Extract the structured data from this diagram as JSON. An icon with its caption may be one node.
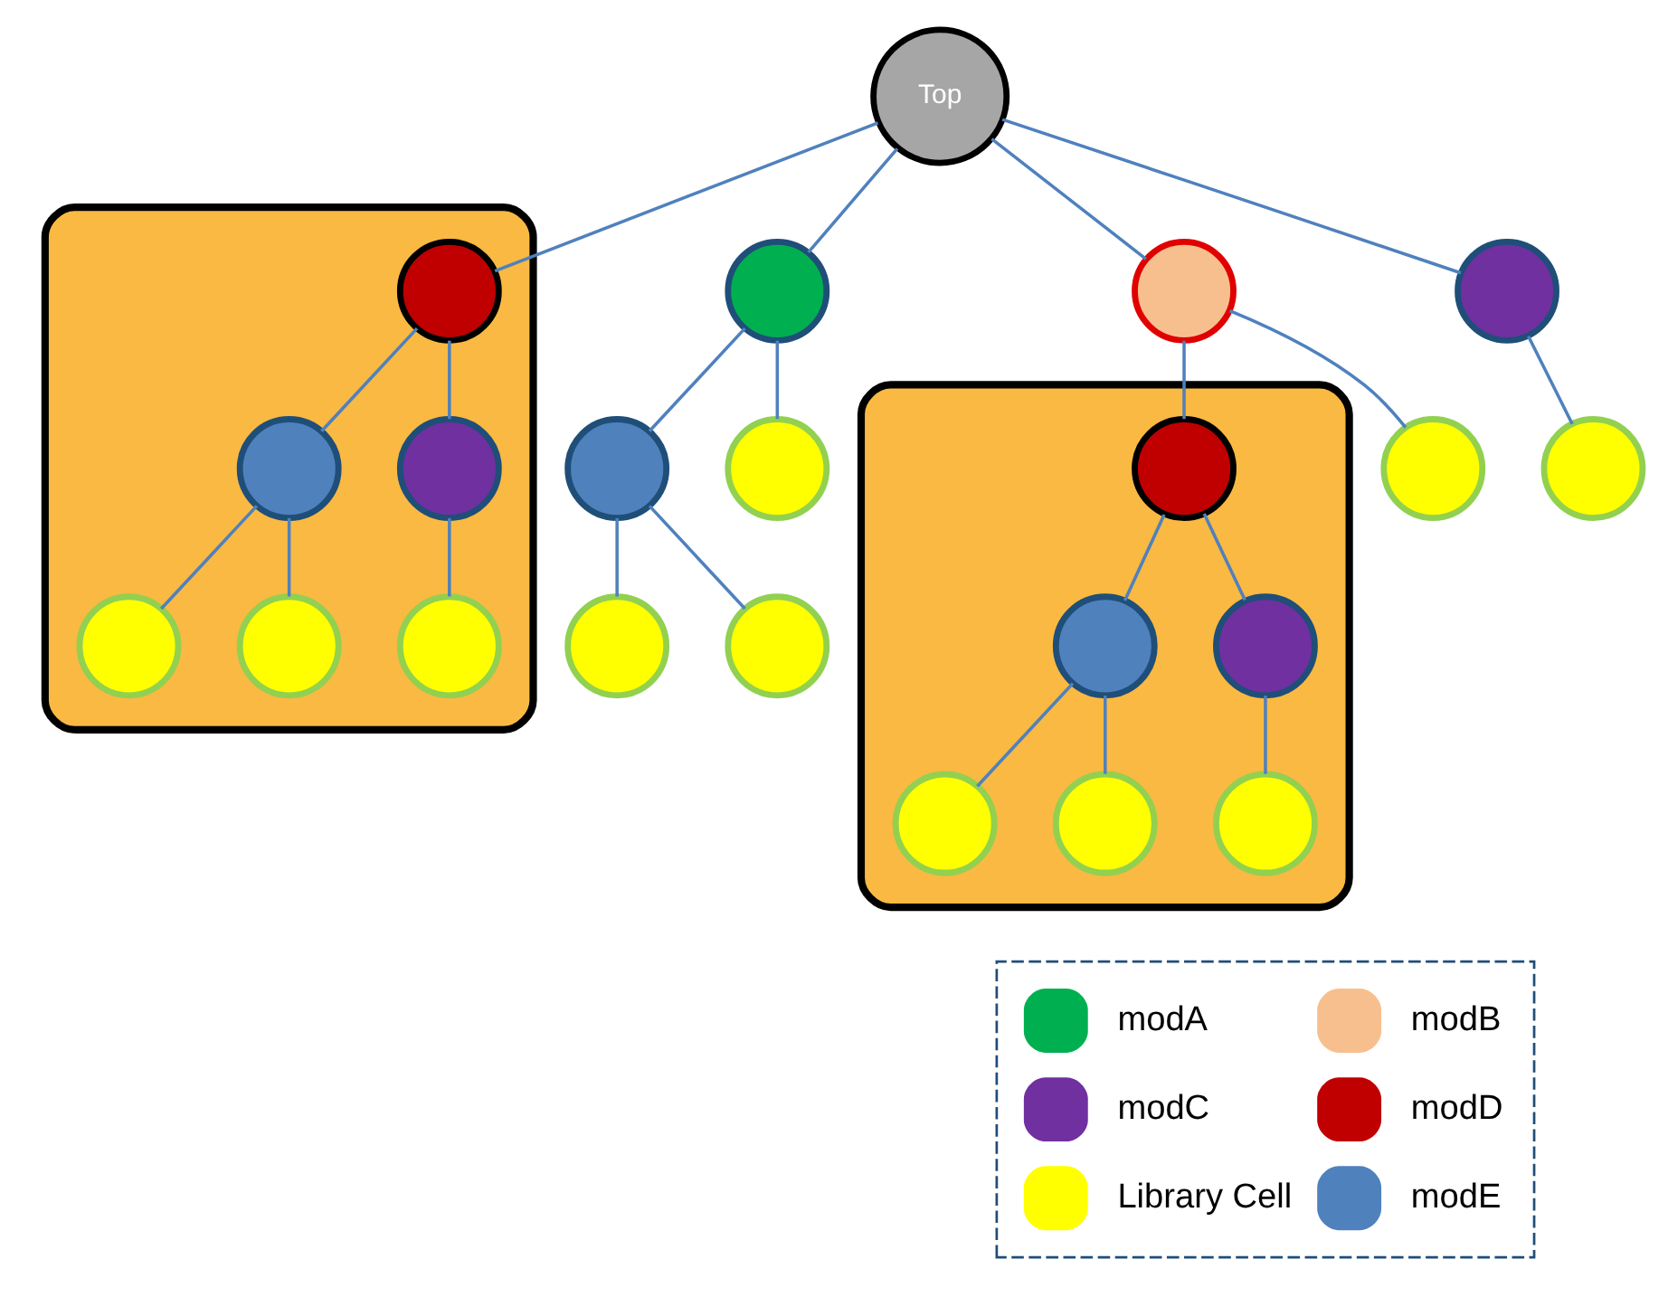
{
  "diagram": {
    "nodes": [
      {
        "text": [
          "Top"
        ]
      },
      {
        "text": [],
        "shape": "circle"
      },
      {
        "text": [],
        "shape": "circle"
      },
      {
        "text": [],
        "shape": "circle"
      },
      {
        "text": [],
        "shape": "blob"
      },
      {
        "text": [],
        "shape": "circle",
        "in": 4
      },
      {
        "text": [],
        "shape": "circle"
      },
      {
        "text": [],
        "shape": "circle"
      },
      {
        "text": [],
        "shape": "blob"
      },
      {
        "text": [],
        "shape": "circle",
        "in": 8
      },
      {
        "text": [],
        "shape": "circle"
      },
      {
        "text": [],
        "shape": "circle"
      },
      {
        "text": [],
        "shape": "circle",
        "in": 4
      },
      {
        "text": [],
        "shape": "circle",
        "in": 4
      },
      {
        "text": [],
        "shape": "circle"
      },
      {
        "text": [],
        "shape": "circle"
      },
      {
        "text": [],
        "shape": "circle",
        "in": 8
      },
      {
        "text": [],
        "shape": "circle",
        "in": 8
      },
      {
        "text": [],
        "shape": "circle",
        "in": 4
      },
      {
        "text": [],
        "shape": "circle",
        "in": 4
      },
      {
        "text": [],
        "shape": "circle",
        "in": 4
      },
      {
        "text": [],
        "shape": "circle",
        "in": 8
      },
      {
        "text": [],
        "shape": "circle",
        "in": 8
      },
      {
        "text": [],
        "shape": "circle",
        "in": 8
      }
    ],
    "edges": [
      {
        "from": 0,
        "to": 1,
        "arrow": "none"
      },
      {
        "from": 0,
        "to": 2,
        "arrow": "none"
      },
      {
        "from": 0,
        "to": 3,
        "arrow": "none"
      },
      {
        "from": 0,
        "to": 5,
        "arrow": "none"
      },
      {
        "from": 1,
        "to": 6,
        "arrow": "none"
      },
      {
        "from": 1,
        "to": 7,
        "arrow": "none"
      },
      {
        "from": 2,
        "to": 9,
        "arrow": "none"
      },
      {
        "from": 2,
        "to": 10,
        "arrow": "none"
      },
      {
        "from": 3,
        "to": 11,
        "arrow": "none"
      },
      {
        "from": 5,
        "to": 12,
        "arrow": "none"
      },
      {
        "from": 5,
        "to": 13,
        "arrow": "none"
      },
      {
        "from": 6,
        "to": 14,
        "arrow": "none"
      },
      {
        "from": 6,
        "to": 15,
        "arrow": "none"
      },
      {
        "from": 9,
        "to": 16,
        "arrow": "none"
      },
      {
        "from": 9,
        "to": 17,
        "arrow": "none"
      },
      {
        "from": 12,
        "to": 18,
        "arrow": "none"
      },
      {
        "from": 12,
        "to": 19,
        "arrow": "none"
      },
      {
        "from": 13,
        "to": 20,
        "arrow": "none"
      },
      {
        "from": 16,
        "to": 21,
        "arrow": "none"
      },
      {
        "from": 16,
        "to": 22,
        "arrow": "none"
      },
      {
        "from": 17,
        "to": 23,
        "arrow": "none"
      }
    ],
    "legend": [
      {
        "text": "modA",
        "color": "#00b050"
      },
      {
        "text": "modB",
        "color": "#f8bf8e"
      },
      {
        "text": "modC",
        "color": "#7030a0"
      },
      {
        "text": "modD",
        "color": "#c00000"
      },
      {
        "text": "Library Cell",
        "color": "#ffff00"
      },
      {
        "text": "modE",
        "color": "#4f81bd"
      }
    ]
  }
}
